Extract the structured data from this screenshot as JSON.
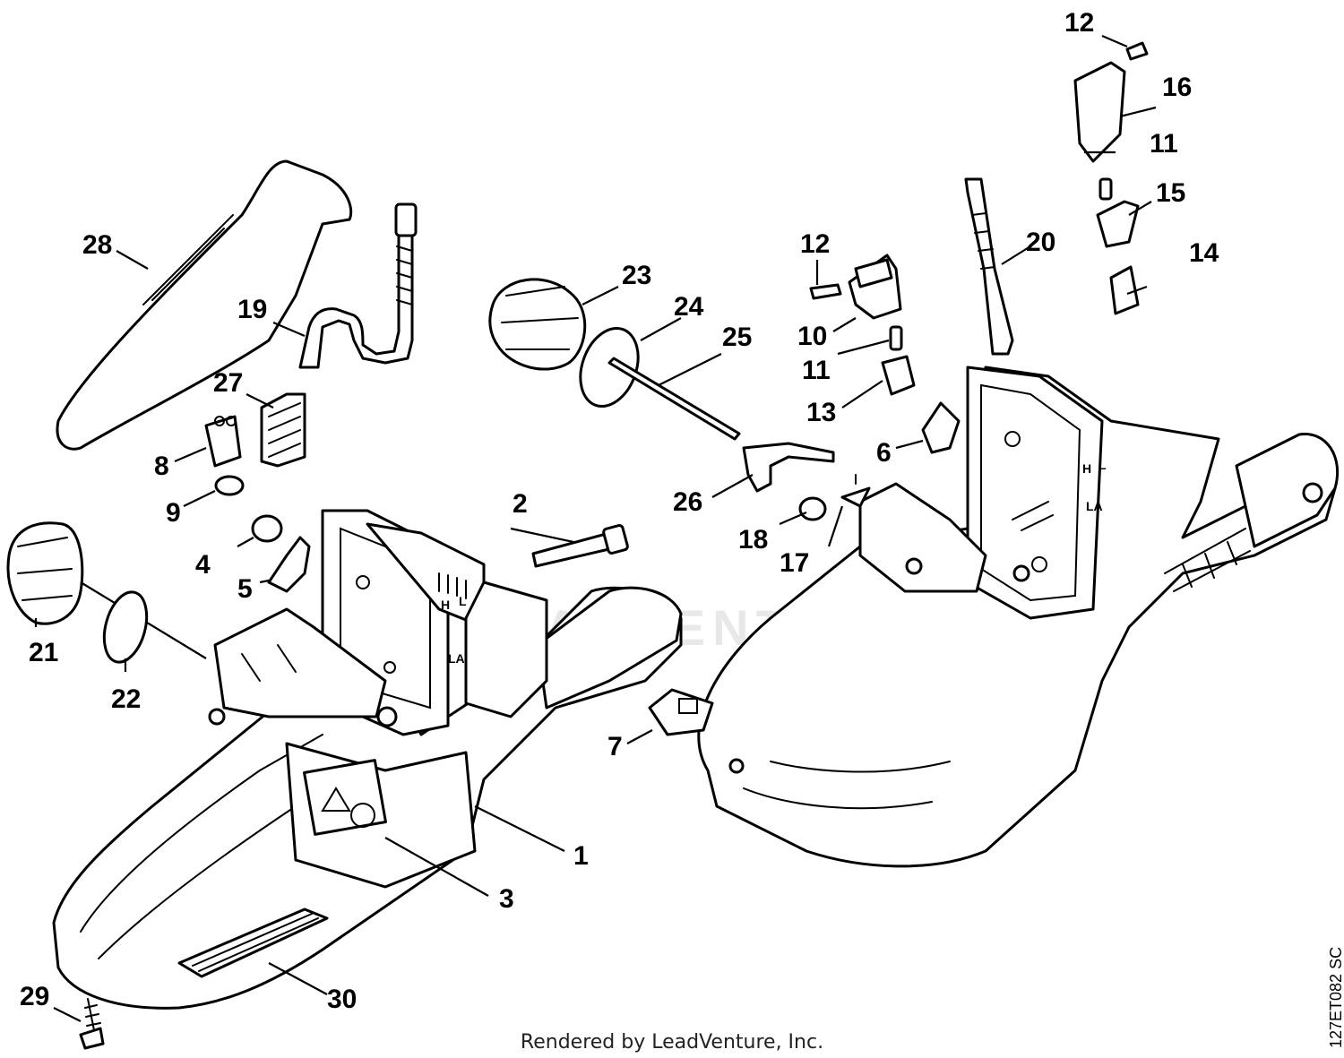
{
  "watermark": "LEADVENTURE",
  "footer_text": "Rendered by LeadVenture, Inc.",
  "diagram_code": "127ET082 SC",
  "part_tags": {
    "h": "H",
    "l": "L",
    "la": "LA"
  },
  "callouts": [
    "1",
    "2",
    "3",
    "4",
    "5",
    "6",
    "7",
    "8",
    "9",
    "10",
    "11",
    "11",
    "12",
    "12",
    "13",
    "14",
    "15",
    "16",
    "17",
    "18",
    "19",
    "20",
    "21",
    "22",
    "23",
    "24",
    "25",
    "26",
    "27",
    "28",
    "29",
    "30"
  ]
}
